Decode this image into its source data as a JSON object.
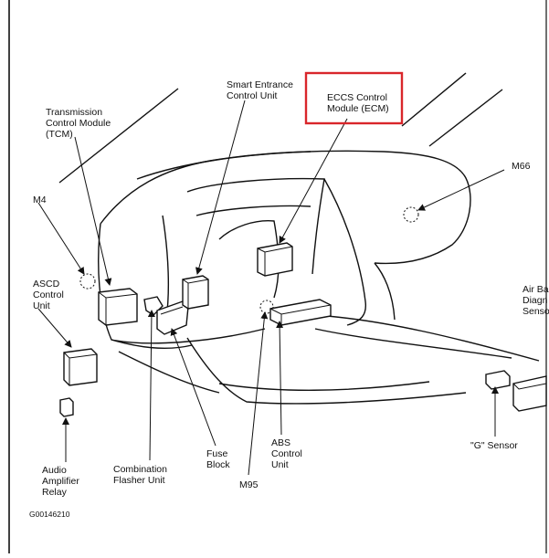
{
  "labels": {
    "tcm": [
      "Transmission",
      "Control Module",
      "(TCM)"
    ],
    "smart_entrance": [
      "Smart Entrance",
      "Control Unit"
    ],
    "eccs": [
      "ECCS Control",
      "Module (ECM)"
    ],
    "m66": "M66",
    "m4": "M4",
    "ascd": [
      "ASCD",
      "Control",
      "Unit"
    ],
    "airbag": [
      "Air Ba",
      "Diagn",
      "Senso"
    ],
    "audio": [
      "Audio",
      "Amplifier",
      "Relay"
    ],
    "combination": [
      "Combination",
      "Flasher Unit"
    ],
    "fuse": [
      "Fuse",
      "Block"
    ],
    "abs": [
      "ABS",
      "Control",
      "Unit"
    ],
    "m95": "M95",
    "g_sensor": "\"G\" Sensor",
    "figure_id": "G00146210"
  },
  "highlight_color": "#d9262b"
}
